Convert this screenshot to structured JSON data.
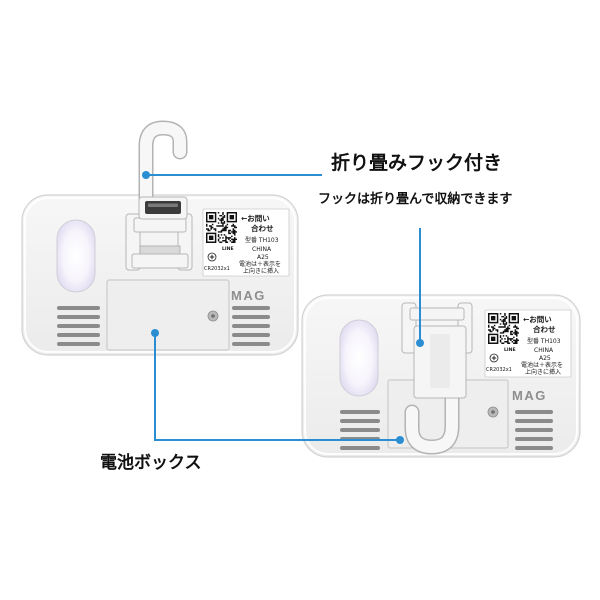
{
  "callouts": {
    "hook": {
      "title": "折り畳みフック付き",
      "note": "フックは折り畳んで収納できます"
    },
    "battery_box": {
      "title": "電池ボックス"
    }
  },
  "product": {
    "brand_logo": "MAG",
    "label": {
      "contact_line1": "←お問い",
      "contact_line2": "合わせ",
      "model": "型番 TH103",
      "origin": "CHINA",
      "lot": "A25",
      "qr_badge": "LINE",
      "battery_instruction_line1": "電池は＋表示を",
      "battery_instruction_line2": "上向きに挿入",
      "battery_type": "CR2032x1"
    }
  },
  "icons": {
    "battery_orientation": "battery-plus-icon",
    "contact_code": "qr-code"
  },
  "colors": {
    "callout_line": "#2b8ed3",
    "callout_text": "#111111"
  }
}
